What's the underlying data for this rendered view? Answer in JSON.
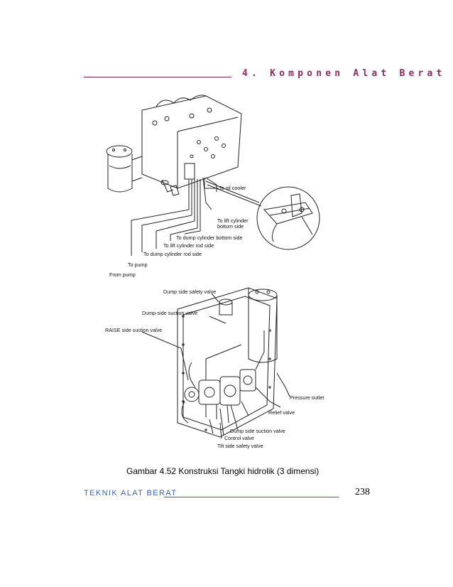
{
  "header": {
    "chapter_title": "4. Komponen Alat Berat"
  },
  "figure": {
    "top_labels": {
      "oil_cooler": "To oil cooler",
      "lift_bottom_1": "To lift cylinder",
      "lift_bottom_2": "bottom side",
      "dump_bottom": "To dump cylinder bottom side",
      "lift_rod": "To lift cylinder rod side",
      "dump_rod": "To dump cylinder rod side",
      "to_pump": "To pump",
      "from_pump": "From pump"
    },
    "bottom_labels": {
      "dump_safety": "Dump side safety valve",
      "dump_suction": "Dump-side suction valve",
      "raise_suction": "RAISE side suction valve",
      "pressure_outlet": "Pressure outlet",
      "relief": "Relief valve",
      "dump_suction_2": "Dump side suction valve",
      "control": "Control valve",
      "tilt_safety": "Tilt side safety valve"
    }
  },
  "caption": "Gambar 4.52 Konstruksi Tangki hidrolik (3 dimensi)",
  "footer": {
    "left_text": "TEKNIK ALAT BERAT",
    "page_number": "238"
  }
}
